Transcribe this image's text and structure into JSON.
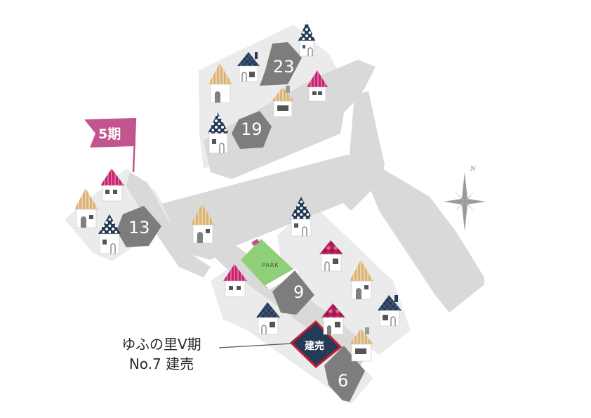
{
  "phase_flag": "5期",
  "lots": {
    "lot_23": "23",
    "lot_19": "19",
    "lot_13": "13",
    "lot_9": "9",
    "lot_6": "6"
  },
  "park_label": "PARK",
  "for_sale_label": "建売",
  "callout": {
    "line1": "ゆふの里Ⅴ期",
    "line2": "No.7 建売"
  },
  "compass_label": "N",
  "colors": {
    "road": "#d9d9d9",
    "lot_bg": "#ebebeb",
    "lot_number": "#7d7d7d",
    "flag": "#c2558f",
    "park": "#8fcf78",
    "for_sale_fill": "#253a56",
    "for_sale_border": "#c41f2d",
    "roof_navy": "#253a56",
    "roof_pink": "#c4256e",
    "roof_gold": "#dcb87a",
    "roof_pattern": "#a61d4f"
  },
  "icons": [
    "house-icon",
    "flag-icon",
    "compass-icon"
  ]
}
